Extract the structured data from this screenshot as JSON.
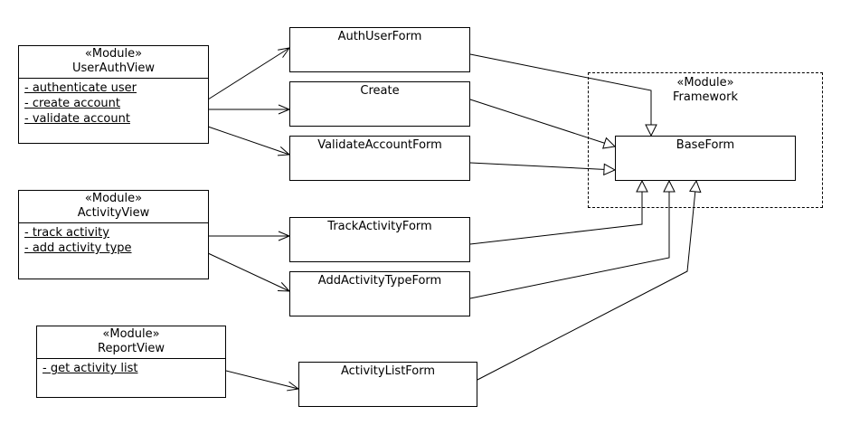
{
  "modules": {
    "userauth": {
      "stereotype": "«Module»",
      "name": "UserAuthView",
      "operations": [
        "- authenticate user",
        "- create account",
        "- validate account"
      ]
    },
    "activity": {
      "stereotype": "«Module»",
      "name": "ActivityView",
      "operations": [
        "- track activity",
        "- add activity type"
      ]
    },
    "report": {
      "stereotype": "«Module»",
      "name": "ReportView",
      "operations": [
        "- get activity list"
      ]
    }
  },
  "package": {
    "stereotype": "«Module»",
    "name": "Framework"
  },
  "forms": {
    "auth_user": "AuthUserForm",
    "create": "Create",
    "validate_account": "ValidateAccountForm",
    "track_activity": "TrackActivityForm",
    "add_activity_type": "AddActivityTypeForm",
    "activity_list": "ActivityListForm",
    "base": "BaseForm"
  }
}
